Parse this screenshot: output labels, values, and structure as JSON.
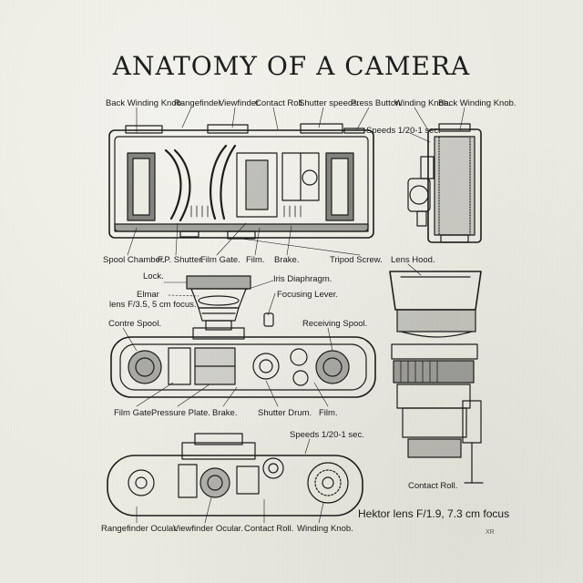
{
  "title": "ANATOMY OF A CAMERA",
  "top_labels": {
    "back_winding_knob_left": "Back Winding Knob.",
    "rangefinder": "Rangefinder.",
    "viewfinder": "Viewfinder.",
    "contact_roll": "Contact Roll.",
    "shutter_speeds": "Shutter speeds.",
    "press_button": "Press Button.",
    "winding_knob": "Winding Knob.",
    "back_winding_knob_right": "Back Winding Knob."
  },
  "side_view": {
    "speeds": "Speeds 1/20-1 sec."
  },
  "section_labels": {
    "spool_chamber": "Spool Chamber.",
    "fp_shutter": "F.P. Shutter.",
    "film_gate": "Film Gate.",
    "film": "Film.",
    "brake": "Brake.",
    "tripod_screw": "Tripod Screw.",
    "lens_hood": "Lens Hood."
  },
  "lens_labels": {
    "lock": "Lock.",
    "iris_diaphragm": "Iris Diaphragm.",
    "elmar_line1": "Elmar",
    "elmar_line2": "lens F/3.5, 5 cm focus.",
    "focusing_lever": "Focusing Lever."
  },
  "plan_labels": {
    "contre_spool": "Contre Spool.",
    "receiving_spool": "Receiving Spool.",
    "film_gate": "Film Gate.",
    "pressure_plate": "Pressure Plate.",
    "brake": "Brake.",
    "shutter_drum": "Shutter Drum.",
    "film": "Film."
  },
  "bottom_labels": {
    "speeds": "Speeds 1/20-1 sec.",
    "contact_roll": "Contact Roll.",
    "hektor": "Hektor lens F/1.9, 7.3 cm focus",
    "rangefinder_ocular": "Rangefinder Ocular.",
    "viewfinder_ocular": "Viewfinder Ocular.",
    "contact_roll_2": "Contact Roll.",
    "winding_knob": "Winding Knob."
  },
  "signature": "XR",
  "colors": {
    "shirt": "#ecebe2",
    "ink": "#1c1c1c"
  }
}
